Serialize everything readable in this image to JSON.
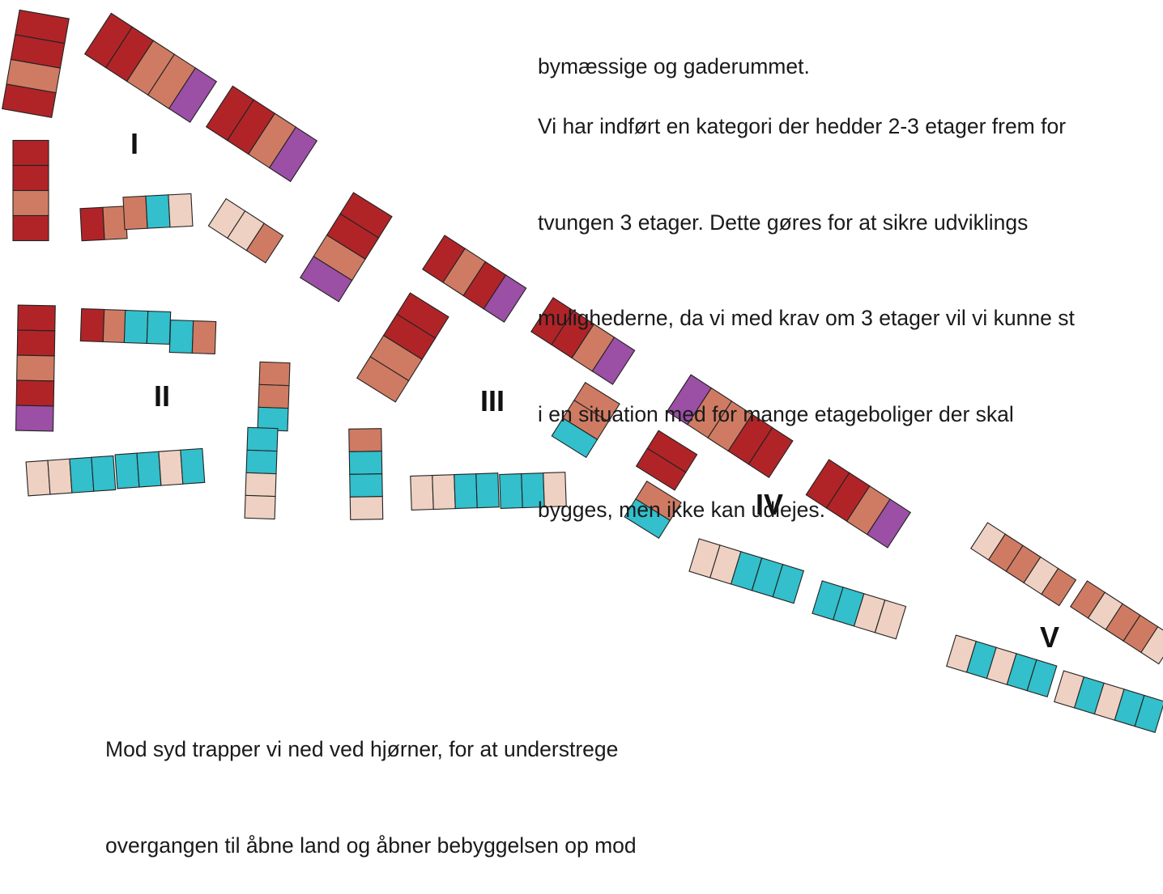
{
  "text": {
    "top_intro": [
      "bymæssige og gaderummet."
    ],
    "paragraph_storeys": [
      "Vi har indført en kategori der hedder 2-3 etager frem for",
      "tvungen 3 etager. Dette gøres for at sikre udviklings",
      "mulighederne, da vi med krav om 3 etager vil vi kunne st",
      "i en situation med for mange etageboliger der skal",
      "bygges, men ikke kan udlejes."
    ],
    "paragraph_south": [
      "Mod syd trapper vi ned ved hjørner, for at understrege",
      "overgangen til åbne land og åbner bebyggelsen op mod"
    ]
  },
  "clusters": [
    {
      "id": "I",
      "label": "I"
    },
    {
      "id": "II",
      "label": "II"
    },
    {
      "id": "III",
      "label": "III"
    },
    {
      "id": "IV",
      "label": "IV"
    },
    {
      "id": "V",
      "label": "V"
    }
  ],
  "colors": {
    "dark_red": "#b02428",
    "terracotta": "#cf7b63",
    "purple": "#9b4fa5",
    "turquoise": "#33bfcb",
    "light_pink": "#eed1c2",
    "outline": "#222222"
  },
  "building_rows": [
    {
      "id": "b01",
      "units": [
        "dark_red",
        "dark_red",
        "terracotta",
        "dark_red"
      ]
    },
    {
      "id": "b02",
      "units": [
        "dark_red",
        "dark_red",
        "terracotta",
        "terracotta",
        "purple"
      ]
    },
    {
      "id": "b03",
      "units": [
        "dark_red",
        "dark_red",
        "terracotta",
        "purple"
      ]
    },
    {
      "id": "b04",
      "units": [
        "dark_red",
        "dark_red",
        "terracotta",
        "dark_red"
      ]
    },
    {
      "id": "b05",
      "units": [
        "dark_red",
        "terracotta"
      ]
    },
    {
      "id": "b06",
      "units": [
        "terracotta",
        "turquoise",
        "light_pink"
      ]
    },
    {
      "id": "b07",
      "units": [
        "light_pink",
        "light_pink",
        "terracotta"
      ]
    },
    {
      "id": "b08",
      "units": [
        "dark_red",
        "dark_red",
        "terracotta",
        "purple"
      ]
    },
    {
      "id": "b09",
      "units": [
        "dark_red",
        "terracotta",
        "dark_red",
        "purple"
      ]
    },
    {
      "id": "b10",
      "units": [
        "dark_red",
        "dark_red",
        "terracotta",
        "purple"
      ]
    },
    {
      "id": "b11",
      "units": [
        "dark_red",
        "dark_red",
        "terracotta",
        "dark_red",
        "purple"
      ]
    },
    {
      "id": "b12",
      "units": [
        "dark_red",
        "terracotta"
      ]
    },
    {
      "id": "b13",
      "units": [
        "turquoise",
        "turquoise"
      ]
    },
    {
      "id": "b14",
      "units": [
        "turquoise",
        "terracotta"
      ]
    },
    {
      "id": "b15",
      "units": [
        "dark_red",
        "dark_red",
        "terracotta",
        "terracotta"
      ]
    },
    {
      "id": "b16",
      "units": [
        "terracotta",
        "terracotta",
        "turquoise"
      ]
    },
    {
      "id": "b17",
      "units": [
        "purple",
        "terracotta",
        "terracotta",
        "dark_red",
        "dark_red"
      ]
    },
    {
      "id": "b18",
      "units": [
        "dark_red",
        "dark_red"
      ]
    },
    {
      "id": "b19",
      "units": [
        "terracotta",
        "turquoise"
      ]
    },
    {
      "id": "b20",
      "units": [
        "dark_red",
        "dark_red",
        "terracotta",
        "purple"
      ]
    },
    {
      "id": "b21",
      "units": [
        "terracotta",
        "terracotta",
        "turquoise"
      ]
    },
    {
      "id": "b22",
      "units": [
        "turquoise",
        "turquoise",
        "light_pink",
        "light_pink"
      ]
    },
    {
      "id": "b23",
      "units": [
        "light_pink",
        "light_pink",
        "turquoise",
        "turquoise"
      ]
    },
    {
      "id": "b24",
      "units": [
        "turquoise",
        "turquoise",
        "light_pink",
        "turquoise"
      ]
    },
    {
      "id": "b25",
      "units": [
        "terracotta",
        "turquoise",
        "turquoise",
        "light_pink"
      ]
    },
    {
      "id": "b26",
      "units": [
        "light_pink",
        "light_pink",
        "turquoise",
        "turquoise"
      ]
    },
    {
      "id": "b27",
      "units": [
        "turquoise",
        "turquoise",
        "light_pink"
      ]
    },
    {
      "id": "b28",
      "units": [
        "light_pink",
        "light_pink",
        "turquoise",
        "turquoise",
        "turquoise"
      ]
    },
    {
      "id": "b29",
      "units": [
        "turquoise",
        "turquoise",
        "light_pink",
        "light_pink"
      ]
    },
    {
      "id": "b30",
      "units": [
        "light_pink",
        "terracotta",
        "terracotta",
        "light_pink",
        "terracotta"
      ]
    },
    {
      "id": "b31",
      "units": [
        "terracotta",
        "light_pink",
        "terracotta",
        "terracotta",
        "light_pink"
      ]
    },
    {
      "id": "b32",
      "units": [
        "light_pink",
        "turquoise",
        "light_pink",
        "turquoise",
        "turquoise"
      ]
    },
    {
      "id": "b33",
      "units": [
        "light_pink",
        "turquoise",
        "light_pink",
        "turquoise",
        "turquoise"
      ]
    }
  ]
}
